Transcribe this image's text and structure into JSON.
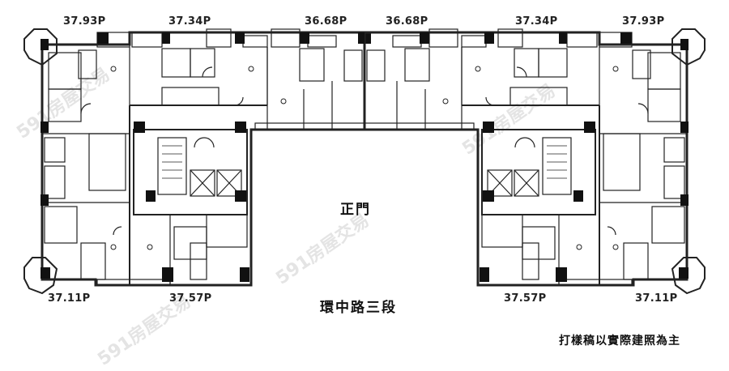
{
  "title": "Floor plan",
  "unit_areas": {
    "top": [
      "37.93P",
      "37.34P",
      "36.68P",
      "36.68P",
      "37.34P",
      "37.93P"
    ],
    "bottom_left": [
      "37.11P",
      "37.57P"
    ],
    "bottom_right": [
      "37.57P",
      "37.11P"
    ]
  },
  "main_entrance": "正門",
  "street": "環中路三段",
  "disclaimer": "打樣稿以實際建照為主",
  "watermark": "591房屋交易",
  "colors": {
    "wall": "#111111",
    "line": "#333333",
    "background": "#ffffff"
  }
}
